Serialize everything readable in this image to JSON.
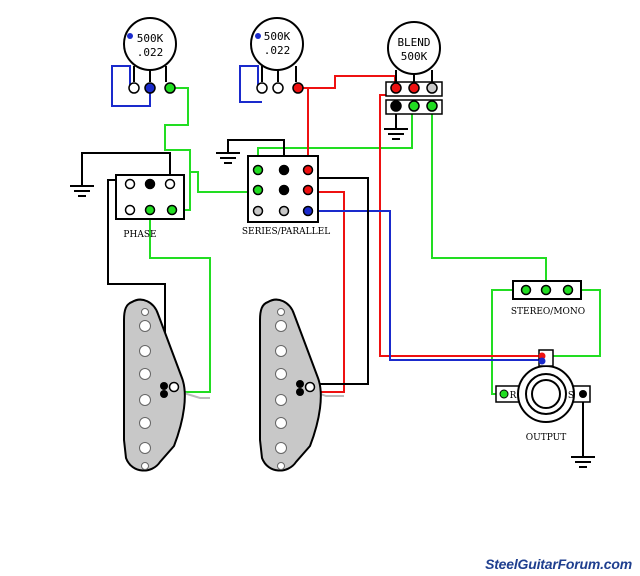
{
  "pots": [
    {
      "line1": "500K",
      "line2": ".022"
    },
    {
      "line1": "500K",
      "line2": ".022"
    },
    {
      "line1": "BLEND",
      "line2": "500K"
    }
  ],
  "switch_labels": {
    "phase": "PHASE",
    "series_parallel": "SERIES/PARALLEL",
    "stereo_mono": "STEREO/MONO"
  },
  "jack": {
    "label": "OUTPUT",
    "ring": "R",
    "sleeve": "S"
  },
  "watermark": "SteelGuitarForum.com",
  "colors": {
    "green": "#22dd22",
    "red": "#ee1111",
    "blue": "#1a2acc",
    "black": "#000000",
    "gray": "#c8c8c8"
  }
}
